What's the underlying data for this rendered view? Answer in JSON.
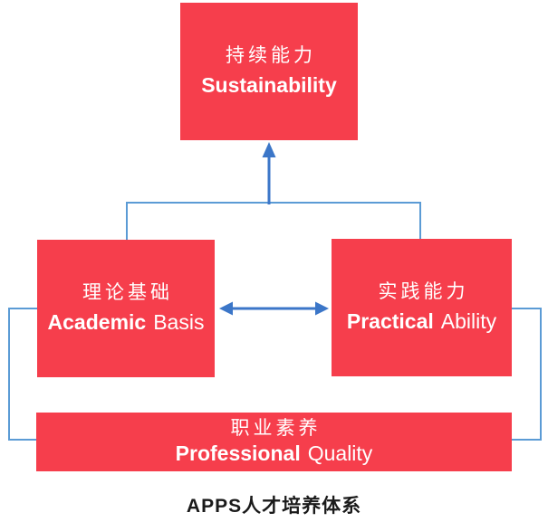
{
  "colors": {
    "box_color": "#F63E4C",
    "box_text_color": "#FFFFFF",
    "line_color": "#5B9BD5",
    "arrow_color": "#3B76C8",
    "caption_color": "#1A1A1A"
  },
  "boxes": {
    "sustainability": {
      "zh": "持续能力",
      "en_bold": "Sustainability",
      "en_rest": ""
    },
    "academic": {
      "zh": "理论基础",
      "en_bold": "Academic",
      "en_rest": "Basis"
    },
    "practical": {
      "zh": "实践能力",
      "en_bold": "Practical",
      "en_rest": "Ability"
    },
    "professional": {
      "zh": "职业素养",
      "en_bold": "Professional",
      "en_rest": "Quality"
    }
  },
  "caption": "APPS人才培养体系"
}
